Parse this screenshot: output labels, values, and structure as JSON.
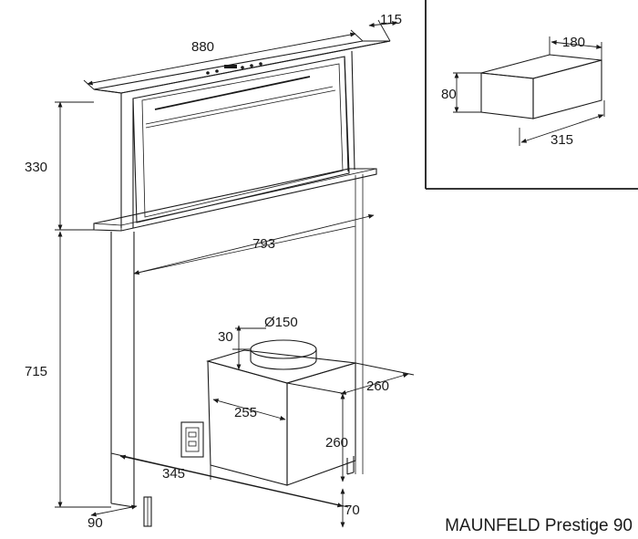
{
  "caption": "MAUNFELD Prestige 90",
  "dimensions": {
    "hood_width": "880",
    "hood_depth": "115",
    "hood_height": "330",
    "inner_width": "793",
    "column_height": "715",
    "base_depth": "90",
    "motor_offset": "345",
    "motor_width": "255",
    "motor_depth": "260",
    "motor_height": "260",
    "outlet_diameter": "Ø150",
    "outlet_height": "30",
    "foot_height": "70"
  },
  "inset": {
    "width": "180",
    "height": "80",
    "length": "315"
  }
}
